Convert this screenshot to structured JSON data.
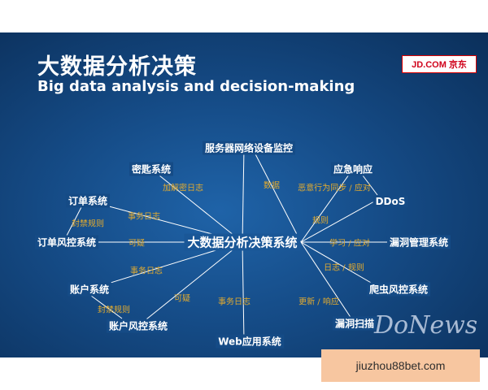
{
  "slide": {
    "title_cn": "大数据分析决策",
    "title_en": "Big data analysis and decision-making",
    "logo_text": "JD.COM 京东"
  },
  "diagram": {
    "center": "大数据分析决策系统",
    "nodes": {
      "server_monitor": "服务器网络设备监控",
      "password_system": "密匙系统",
      "order_system": "订单系统",
      "order_risk": "订单风控系统",
      "account_system": "账户系统",
      "account_risk": "账户风控系统",
      "web_system": "Web应用系统",
      "emergency": "应急响应",
      "ddos": "DDoS",
      "vuln_mgmt": "漏洞管理系统",
      "crawler_risk": "爬虫风控系统",
      "vuln_scan": "漏洞扫描"
    },
    "labels": {
      "decrypt_log": "加解密日志",
      "data": "数据",
      "sync_respond": "恶意行为同步 / 应对",
      "rules_1": "规则",
      "business_log_1": "事务日志",
      "punish_rules_1": "封禁规则",
      "suspicious_1": "可疑",
      "learn_respond": "学习 / 应对",
      "log_rules": "日志 / 规则",
      "business_log_2": "事务日志",
      "suspicious_2": "可疑",
      "punish_rules_2": "封禁规则",
      "business_log_3": "事务日志",
      "update_respond": "更新 / 响应"
    },
    "colors": {
      "line": "#ffffff",
      "label": "#e5ac2e",
      "node": "#ffffff"
    }
  },
  "overlays": {
    "watermark": "DoNews",
    "promo_text": "jiuzhou88bet.com"
  }
}
